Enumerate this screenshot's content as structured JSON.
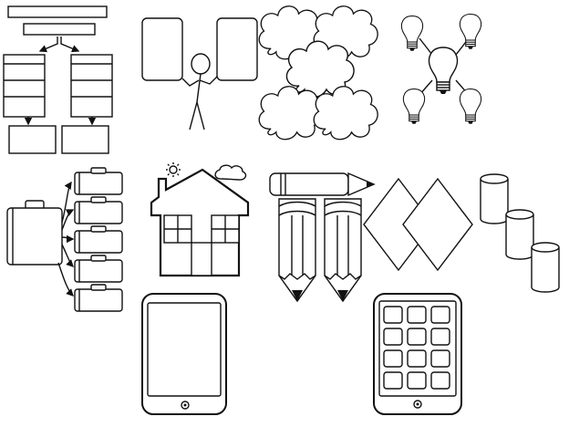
{
  "sheet": {
    "background": "#ffffff",
    "line_color": "#111111",
    "text": []
  },
  "items": [
    {
      "name": "flowchart-template"
    },
    {
      "name": "stick-figure-with-boards"
    },
    {
      "name": "cloud-cluster"
    },
    {
      "name": "lightbulb-web"
    },
    {
      "name": "suitcase-tree"
    },
    {
      "name": "house-with-sun-and-cloud"
    },
    {
      "name": "pencils"
    },
    {
      "name": "diamond-grid"
    },
    {
      "name": "cylinders"
    },
    {
      "name": "tablet-blank"
    },
    {
      "name": "tablet-with-app-grid"
    }
  ]
}
